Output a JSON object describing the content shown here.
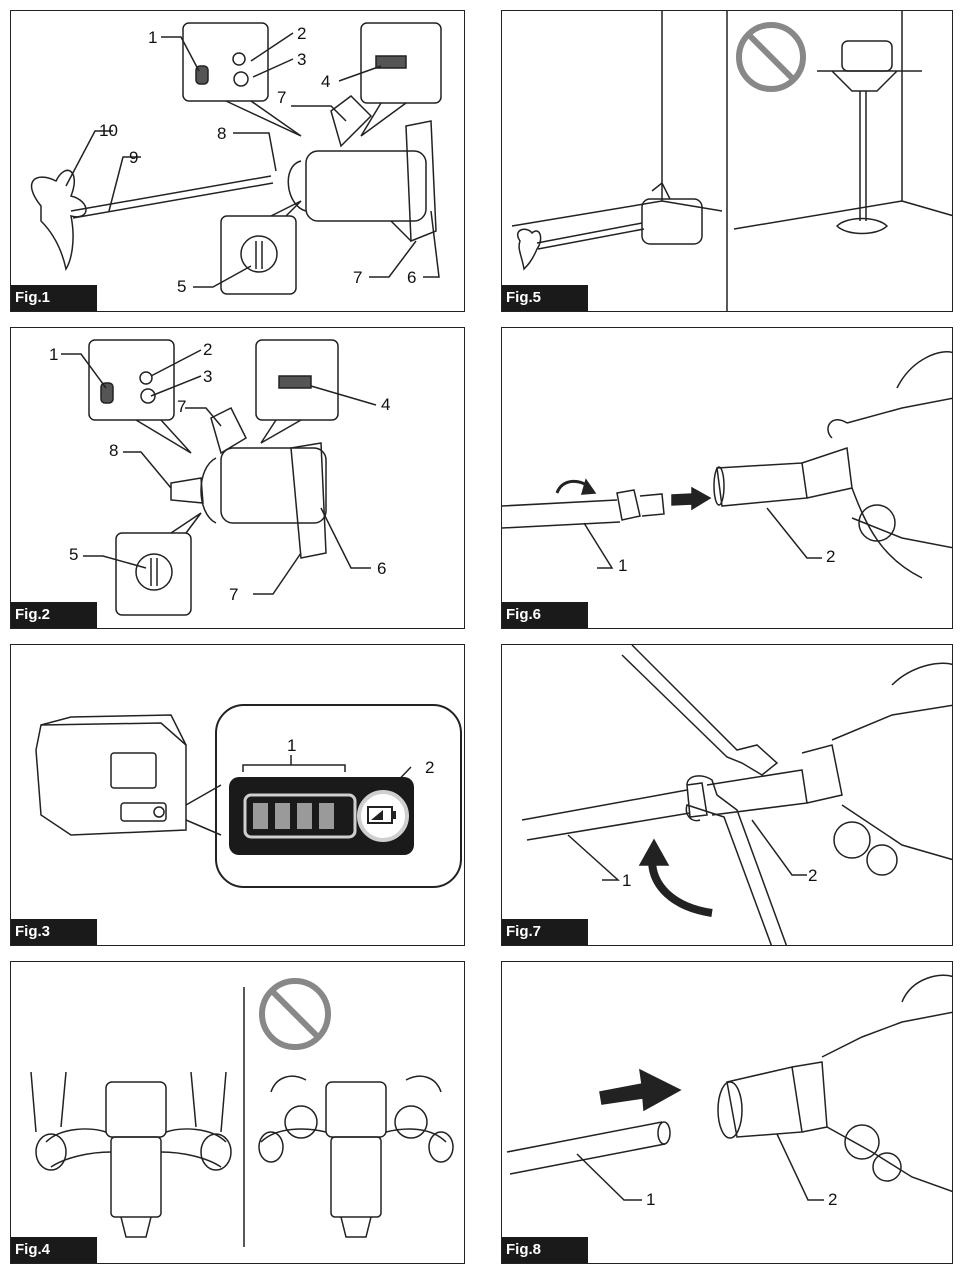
{
  "figures": [
    {
      "label": "Fig.1",
      "callouts": [
        "1",
        "2",
        "3",
        "4",
        "7",
        "8",
        "10",
        "9",
        "5",
        "7",
        "6"
      ]
    },
    {
      "label": "Fig.2",
      "callouts": [
        "1",
        "2",
        "3",
        "4",
        "7",
        "8",
        "5",
        "6",
        "7"
      ]
    },
    {
      "label": "Fig.3",
      "callouts": [
        "1",
        "2"
      ]
    },
    {
      "label": "Fig.4",
      "callouts": []
    },
    {
      "label": "Fig.5",
      "callouts": []
    },
    {
      "label": "Fig.6",
      "callouts": [
        "1",
        "2"
      ]
    },
    {
      "label": "Fig.7",
      "callouts": [
        "1",
        "2"
      ]
    },
    {
      "label": "Fig.8",
      "callouts": [
        "1",
        "2"
      ]
    }
  ],
  "colors": {
    "line": "#222222",
    "label_bg": "#1a1a1a",
    "prohibit": "#888888"
  },
  "icons": [
    "prohibition-icon",
    "battery-indicator-icon",
    "arrow-icon",
    "rotation-arrow-icon"
  ]
}
